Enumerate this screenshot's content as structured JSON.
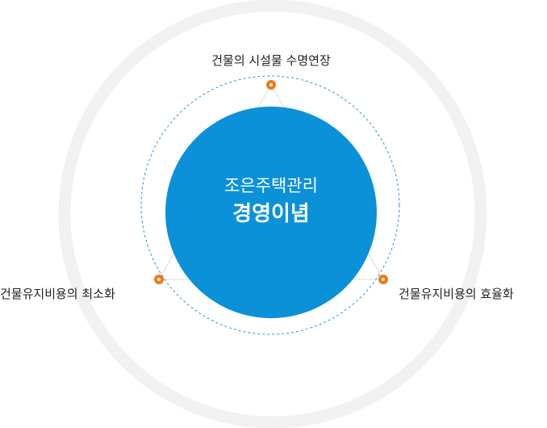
{
  "center": {
    "subtitle": "조은주택관리",
    "title": "경영이념"
  },
  "nodes": [
    {
      "id": "top",
      "label": "건물의 시설물 수명연장"
    },
    {
      "id": "left",
      "label": "건물유지비용의 최소화"
    },
    {
      "id": "right",
      "label": "건물유지비용의 효율화"
    }
  ],
  "colors": {
    "center_circle": "#0b91d8",
    "outer_ring": "#f1f1f1",
    "dashed_orbit": "#2b93d6",
    "node_dot": "#f07a16",
    "connector": "#dcdcdc",
    "label_text": "#222222"
  }
}
